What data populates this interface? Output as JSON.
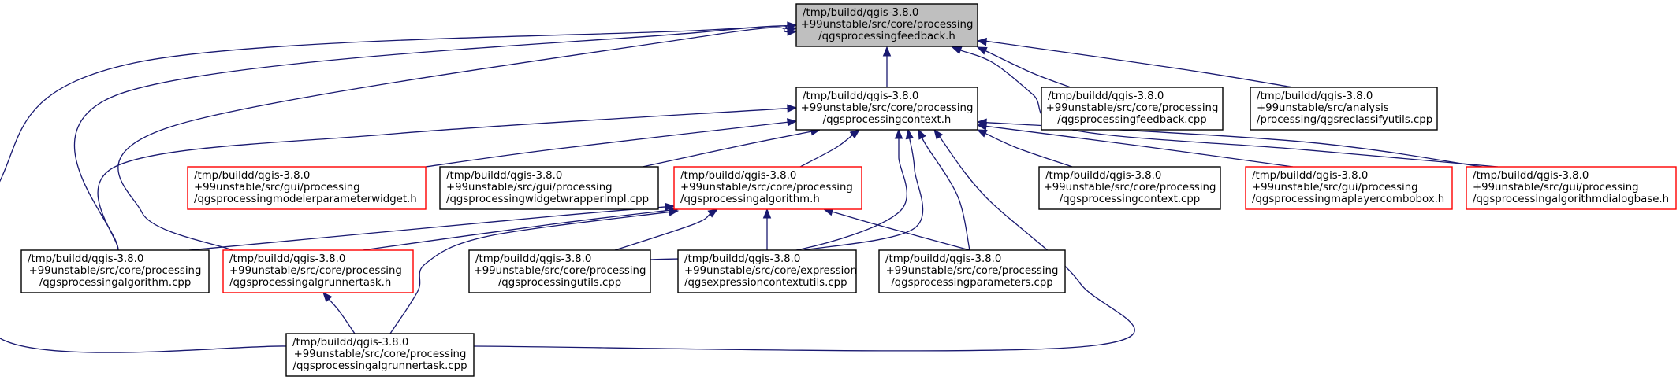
{
  "colors": {
    "edge": "#191970",
    "box_default": "#000000",
    "box_truncated": "#ff0000",
    "fill_focus": "#bfbfbf",
    "fill_default": "#ffffff"
  },
  "nodes": [
    {
      "id": "feedback_h",
      "lines": [
        "/tmp/buildd/qgis-3.8.0",
        "+99unstable/src/core/processing",
        "/qgsprocessingfeedback.h"
      ],
      "style": "focus",
      "align": "center"
    },
    {
      "id": "context_h",
      "lines": [
        "/tmp/buildd/qgis-3.8.0",
        "+99unstable/src/core/processing",
        "/qgsprocessingcontext.h"
      ],
      "style": "default",
      "align": "center"
    },
    {
      "id": "feedback_cpp",
      "lines": [
        "/tmp/buildd/qgis-3.8.0",
        "+99unstable/src/core/processing",
        "/qgsprocessingfeedback.cpp"
      ],
      "style": "default",
      "align": "center"
    },
    {
      "id": "reclassify_cpp",
      "lines": [
        "/tmp/buildd/qgis-3.8.0",
        "+99unstable/src/analysis",
        "/processing/qgsreclassifyutils.cpp"
      ],
      "style": "default",
      "align": "left"
    },
    {
      "id": "modeler_param_h",
      "lines": [
        "/tmp/buildd/qgis-3.8.0",
        "+99unstable/src/gui/processing",
        "/qgsprocessingmodelerparameterwidget.h"
      ],
      "style": "truncated",
      "align": "left"
    },
    {
      "id": "widgetwrapper_cpp",
      "lines": [
        "/tmp/buildd/qgis-3.8.0",
        "+99unstable/src/gui/processing",
        "/qgsprocessingwidgetwrapperimpl.cpp"
      ],
      "style": "default",
      "align": "left"
    },
    {
      "id": "algorithm_h",
      "lines": [
        "/tmp/buildd/qgis-3.8.0",
        "+99unstable/src/core/processing",
        "/qgsprocessingalgorithm.h"
      ],
      "style": "truncated",
      "align": "left"
    },
    {
      "id": "context_cpp",
      "lines": [
        "/tmp/buildd/qgis-3.8.0",
        "+99unstable/src/core/processing",
        "/qgsprocessingcontext.cpp"
      ],
      "style": "default",
      "align": "center"
    },
    {
      "id": "maplayercombo_h",
      "lines": [
        "/tmp/buildd/qgis-3.8.0",
        "+99unstable/src/gui/processing",
        "/qgsprocessingmaplayercombobox.h"
      ],
      "style": "truncated",
      "align": "left"
    },
    {
      "id": "algdialogbase_h",
      "lines": [
        "/tmp/buildd/qgis-3.8.0",
        "+99unstable/src/gui/processing",
        "/qgsprocessingalgorithmdialogbase.h"
      ],
      "style": "truncated",
      "align": "left"
    },
    {
      "id": "algorithm_cpp",
      "lines": [
        "/tmp/buildd/qgis-3.8.0",
        "+99unstable/src/core/processing",
        "/qgsprocessingalgorithm.cpp"
      ],
      "style": "default",
      "align": "center"
    },
    {
      "id": "algrunnertask_h",
      "lines": [
        "/tmp/buildd/qgis-3.8.0",
        "+99unstable/src/core/processing",
        "/qgsprocessingalgrunnertask.h"
      ],
      "style": "truncated",
      "align": "left"
    },
    {
      "id": "utils_cpp",
      "lines": [
        "/tmp/buildd/qgis-3.8.0",
        "+99unstable/src/core/processing",
        "/qgsprocessingutils.cpp"
      ],
      "style": "default",
      "align": "center"
    },
    {
      "id": "exprcontextutils_cpp",
      "lines": [
        "/tmp/buildd/qgis-3.8.0",
        "+99unstable/src/core/expression",
        "/qgsexpressioncontextutils.cpp"
      ],
      "style": "default",
      "align": "left"
    },
    {
      "id": "parameters_cpp",
      "lines": [
        "/tmp/buildd/qgis-3.8.0",
        "+99unstable/src/core/processing",
        "/qgsprocessingparameters.cpp"
      ],
      "style": "default",
      "align": "center"
    },
    {
      "id": "algrunnertask_cpp",
      "lines": [
        "/tmp/buildd/qgis-3.8.0",
        "+99unstable/src/core/processing",
        "/qgsprocessingalgrunnertask.cpp"
      ],
      "style": "default",
      "align": "center"
    }
  ],
  "edges": [
    {
      "from": "context_h",
      "to": "feedback_h"
    },
    {
      "from": "feedback_cpp",
      "to": "feedback_h"
    },
    {
      "from": "reclassify_cpp",
      "to": "feedback_h"
    },
    {
      "from": "algdialogbase_h",
      "to": "feedback_h"
    },
    {
      "from": "algorithm_cpp",
      "to": "feedback_h"
    },
    {
      "from": "algrunnertask_h",
      "to": "feedback_h"
    },
    {
      "from": "algrunnertask_cpp",
      "to": "feedback_h"
    },
    {
      "from": "modeler_param_h",
      "to": "context_h"
    },
    {
      "from": "widgetwrapper_cpp",
      "to": "context_h"
    },
    {
      "from": "algorithm_h",
      "to": "context_h"
    },
    {
      "from": "context_cpp",
      "to": "context_h"
    },
    {
      "from": "maplayercombo_h",
      "to": "context_h"
    },
    {
      "from": "algdialogbase_h",
      "to": "context_h"
    },
    {
      "from": "algorithm_cpp",
      "to": "context_h"
    },
    {
      "from": "utils_cpp",
      "to": "context_h"
    },
    {
      "from": "exprcontextutils_cpp",
      "to": "context_h"
    },
    {
      "from": "parameters_cpp",
      "to": "context_h"
    },
    {
      "from": "algrunnertask_cpp",
      "to": "context_h"
    },
    {
      "from": "algorithm_cpp",
      "to": "algorithm_h"
    },
    {
      "from": "algrunnertask_h",
      "to": "algorithm_h"
    },
    {
      "from": "utils_cpp",
      "to": "algorithm_h"
    },
    {
      "from": "exprcontextutils_cpp",
      "to": "algorithm_h"
    },
    {
      "from": "parameters_cpp",
      "to": "algorithm_h"
    },
    {
      "from": "algrunnertask_cpp",
      "to": "algorithm_h"
    },
    {
      "from": "algrunnertask_cpp",
      "to": "algrunnertask_h"
    }
  ]
}
